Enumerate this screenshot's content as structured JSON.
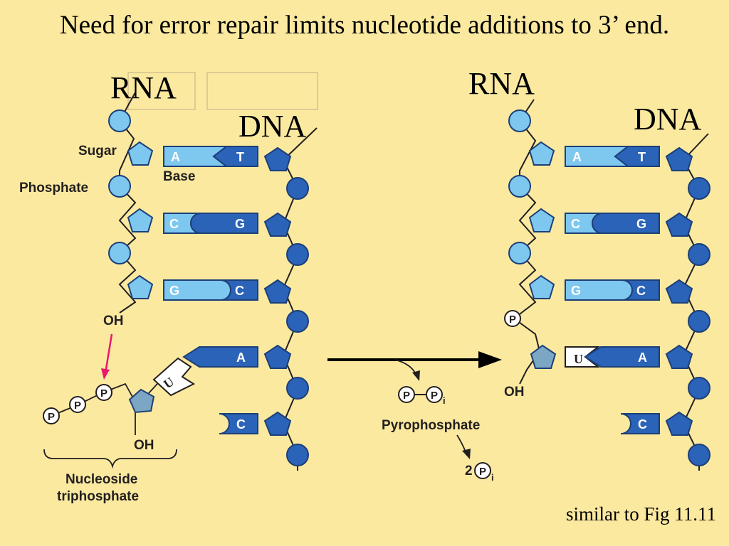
{
  "title": "Need for error repair limits nucleotide additions to 3’ end.",
  "caption": "similar to Fig 11.11",
  "labels": {
    "rna": "RNA",
    "dna": "DNA",
    "sugar": "Sugar",
    "phosphate": "Phosphate",
    "base": "Base",
    "oh": "OH",
    "nucleoside_line1": "Nucleoside",
    "nucleoside_line2": "triphosphate",
    "pyrophosphate": "Pyrophosphate",
    "two": "2",
    "p": "P",
    "i": "i"
  },
  "bases": {
    "pairs": [
      {
        "rna": "A",
        "dna": "T"
      },
      {
        "rna": "C",
        "dna": "G"
      },
      {
        "rna": "G",
        "dna": "C"
      }
    ],
    "incoming": {
      "rna": "U",
      "dna": "A"
    },
    "unpaired_dna": "C"
  },
  "colors": {
    "background": "#FBE9A0",
    "rna_light": "#7EC8F0",
    "dna_dark": "#2A63B8",
    "arrow_pink": "#E8196C"
  }
}
